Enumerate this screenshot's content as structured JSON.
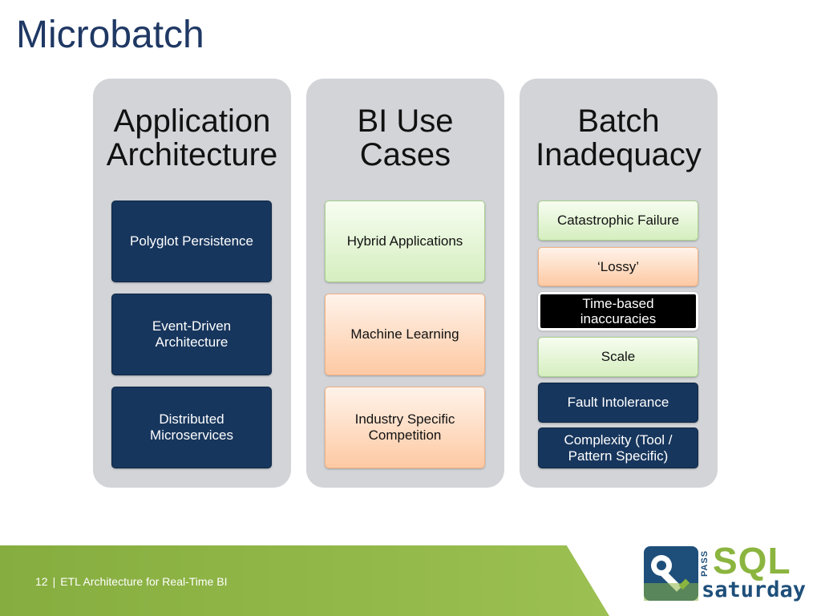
{
  "slide": {
    "title": "Microbatch"
  },
  "columns": [
    {
      "heading": "Application\nArchitecture",
      "cards": [
        "Polyglot Persistence",
        "Event-Driven Architecture",
        "Distributed Microservices"
      ]
    },
    {
      "heading": "BI Use\nCases",
      "cards": [
        "Hybrid Applications",
        "Machine Learning",
        "Industry Specific Competition"
      ]
    },
    {
      "heading": "Batch\nInadequacy",
      "cards": [
        "Catastrophic Failure",
        "‘Lossy’",
        "Time-based inaccuracies",
        "Scale",
        "Fault Intolerance",
        "Complexity (Tool / Pattern Specific)"
      ]
    }
  ],
  "footer": {
    "page_number": "12",
    "separator": "|",
    "title": "ETL Architecture for Real-Time BI"
  },
  "logo": {
    "pass": "PASS",
    "sql": "SQL",
    "saturday": "saturday"
  },
  "colors": {
    "title": "#1f3864",
    "navy_card": "#17365d",
    "green_card": "#d5eebf",
    "peach_card": "#fdc9a3",
    "footer_green": "#8bb53f",
    "logo_blue": "#1e4f7a"
  },
  "icons": {
    "logo_mark": "key-icon"
  }
}
